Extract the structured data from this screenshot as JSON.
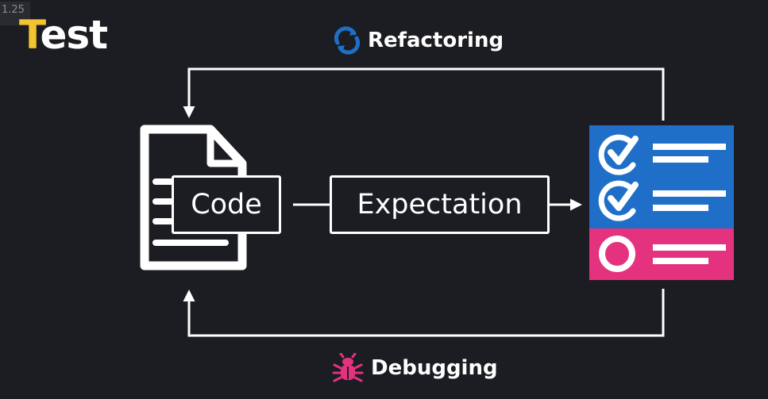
{
  "badge": "1.25",
  "title": {
    "first_letter": "T",
    "rest": "est"
  },
  "diagram": {
    "top_loop": {
      "label": "Refactoring",
      "icon": "refresh-icon",
      "color": "#1f6fc9"
    },
    "bottom_loop": {
      "label": "Debugging",
      "icon": "bug-icon",
      "color": "#e5327e"
    },
    "code": {
      "label": "Code",
      "icon": "document-icon"
    },
    "expectation": {
      "label": "Expectation"
    },
    "results": {
      "icon": "checklist-icon",
      "items": [
        {
          "status": "pass",
          "color": "#1f6fc9"
        },
        {
          "status": "pass",
          "color": "#1f6fc9"
        },
        {
          "status": "fail",
          "color": "#e5327e"
        }
      ]
    }
  },
  "colors": {
    "background": "#1c1d22",
    "accent": "#f4c430",
    "line": "#ffffff"
  }
}
